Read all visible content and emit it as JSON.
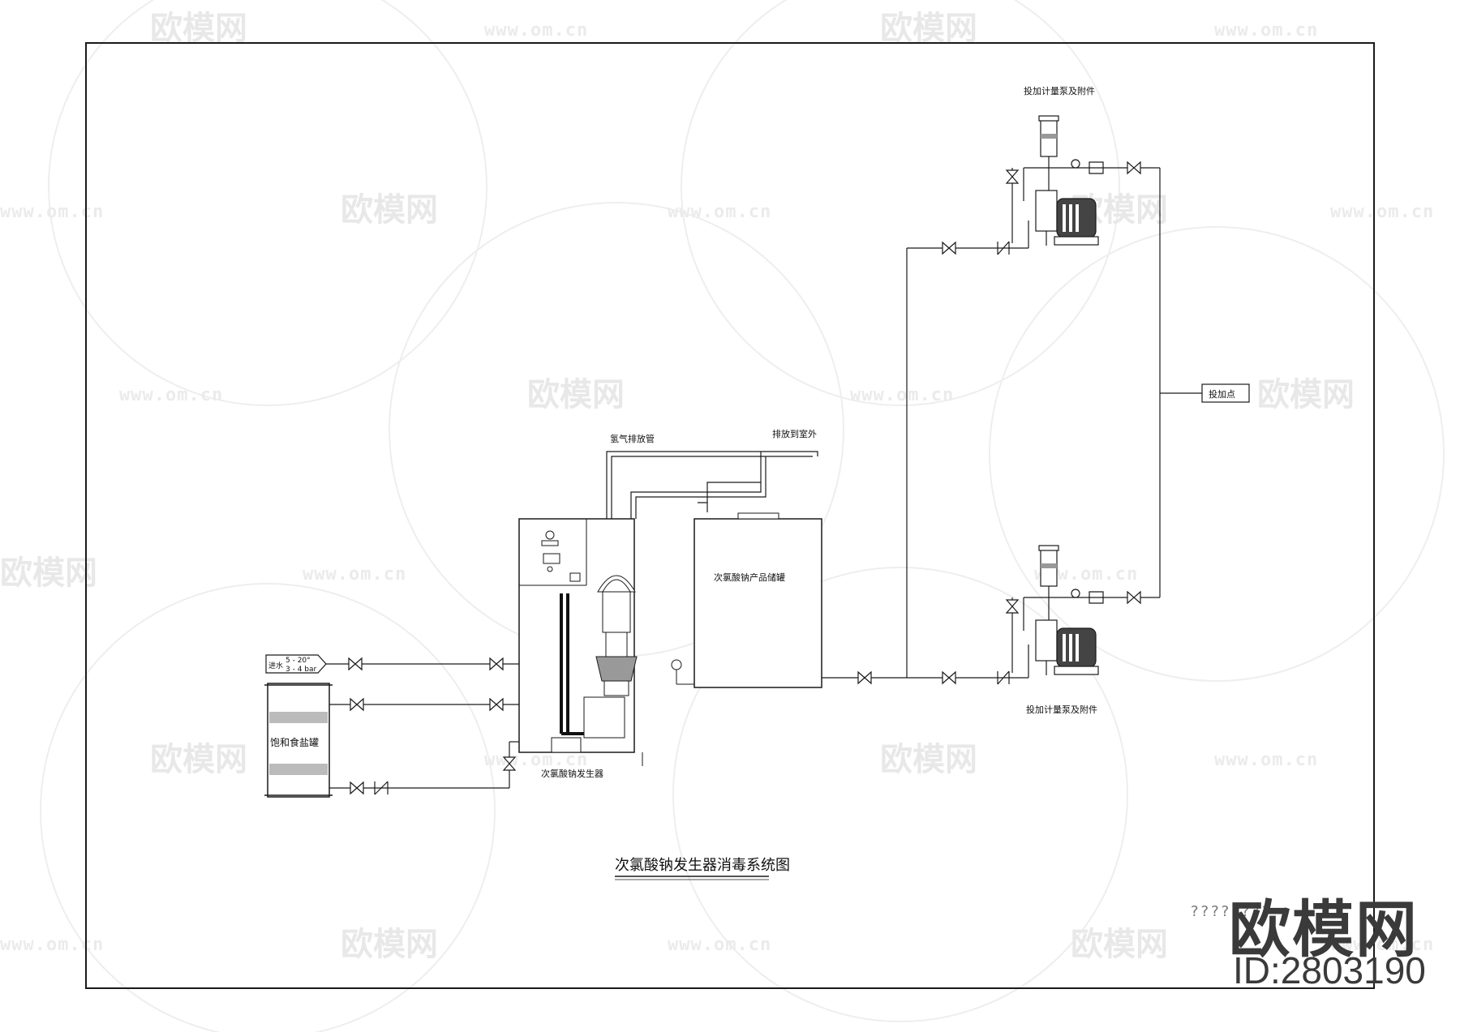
{
  "title": "次氯酸钠发生器消毒系统图",
  "labels": {
    "pump_top": "投加计量泵及附件",
    "pump_bottom": "投加计量泵及附件",
    "hydrogen_pipe": "氢气排放管",
    "vent_outdoor": "排放到室外",
    "dosing_point": "投加点",
    "product_tank": "次氯酸钠产品储罐",
    "generator": "次氯酸钠发生器",
    "brine_tank": "饱和食盐罐",
    "water_tag": "进水",
    "water_temp": "5 - 20°",
    "water_pressure": "3 - 4 bar"
  },
  "watermark": {
    "brand": "欧模网",
    "url": "www.om.cn",
    "id": "ID:2803190",
    "garbled": "????????"
  },
  "colors": {
    "line": "#1a1a1a",
    "watermark": "#e6e6e6",
    "brand": "#3a3a3a"
  }
}
